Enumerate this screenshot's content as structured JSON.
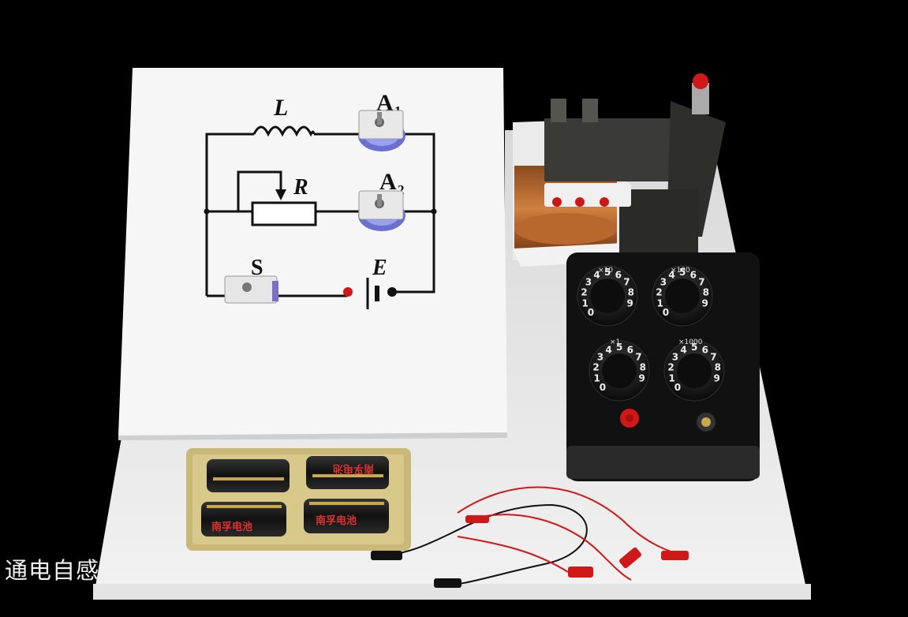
{
  "scene": {
    "caption": "通电自感",
    "circuit_labels": {
      "inductor": "L",
      "ammeter1": "A",
      "ammeter1_sub": "1",
      "rheostat": "R",
      "ammeter2": "A",
      "ammeter2_sub": "2",
      "switch": "S",
      "battery": "E"
    },
    "resistance_box": {
      "dials": [
        {
          "multiplier": "×10",
          "digits": [
            "0",
            "1",
            "2",
            "3",
            "4",
            "5",
            "6",
            "7",
            "8",
            "9"
          ]
        },
        {
          "multiplier": "×100",
          "digits": [
            "0",
            "1",
            "2",
            "3",
            "4",
            "5",
            "6",
            "7",
            "8",
            "9"
          ]
        },
        {
          "multiplier": "×1",
          "digits": [
            "0",
            "1",
            "2",
            "3",
            "4",
            "5",
            "6",
            "7",
            "8",
            "9"
          ]
        },
        {
          "multiplier": "×1000",
          "digits": [
            "0",
            "1",
            "2",
            "3",
            "4",
            "5",
            "6",
            "7",
            "8",
            "9"
          ]
        }
      ]
    },
    "battery_brand": "南孚电池",
    "colors": {
      "background": "#000000",
      "board": "#f4f4f4",
      "wire_red": "#d01818",
      "copper_coil": "#b5652a"
    }
  }
}
